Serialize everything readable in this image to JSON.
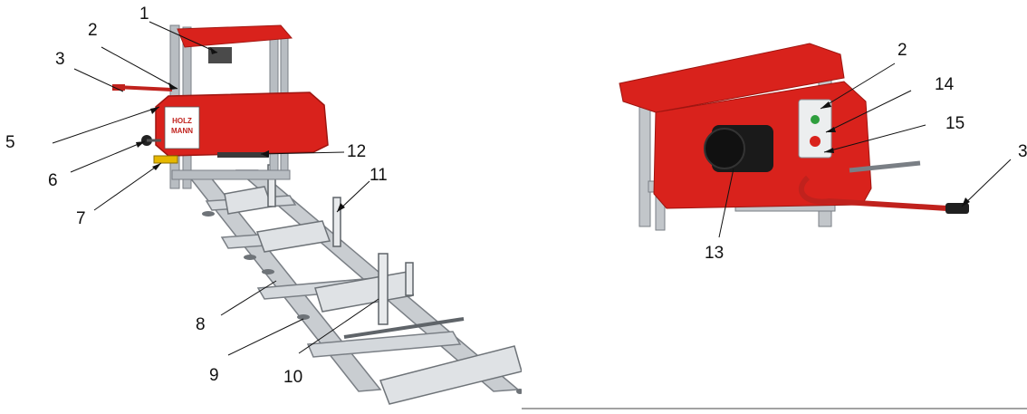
{
  "figure_left": {
    "machine_brand": "HOLZMANN",
    "callouts": [
      "1",
      "2",
      "3",
      "5",
      "6",
      "7",
      "8",
      "9",
      "10",
      "11",
      "12"
    ]
  },
  "figure_right": {
    "callouts": [
      "2",
      "14",
      "15",
      "3",
      "13"
    ]
  },
  "colors": {
    "machine_red": "#d9221c",
    "frame_grey": "#b8bdc2",
    "guide_yellow": "#e6b800",
    "motor_black": "#1a1a1a"
  }
}
